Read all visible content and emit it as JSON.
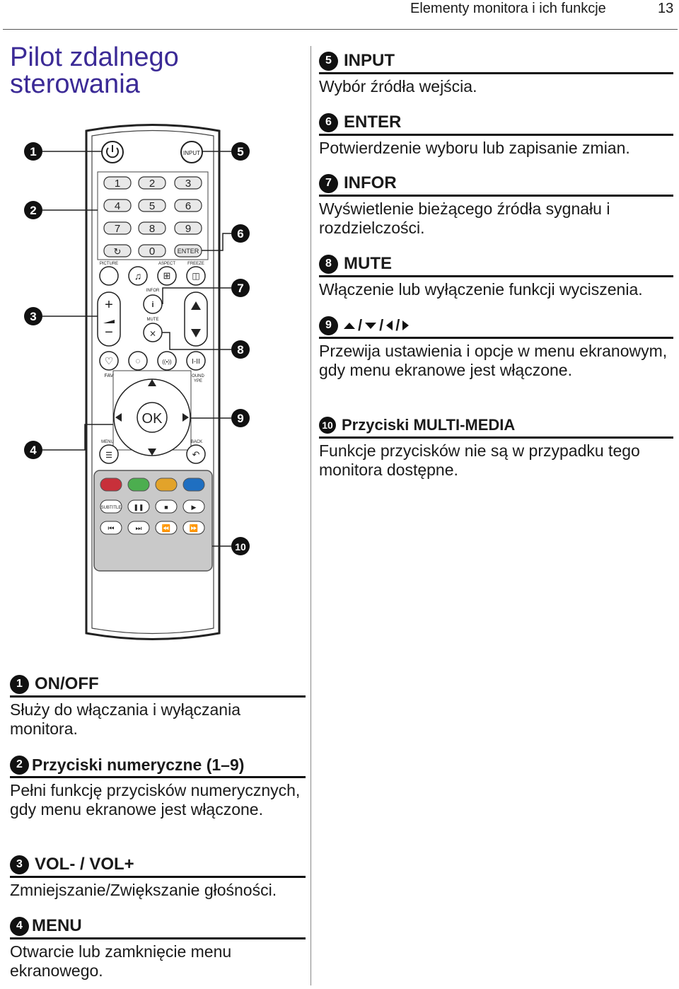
{
  "header": {
    "chapter": "Elementy monitora i ich funkcje",
    "page": "13"
  },
  "title": "Pilot zdalnego sterowania",
  "remote": {
    "buttons": {
      "power": "",
      "input": "INPUT",
      "num": [
        "1",
        "2",
        "3",
        "4",
        "5",
        "6",
        "7",
        "8",
        "9"
      ],
      "zero": "0",
      "enter": "ENTER",
      "picture": "PICTURE",
      "aspect": "ASPECT",
      "freeze": "FREEZE",
      "infor": "INFOR",
      "mute": "MUTE",
      "fav": "FAV",
      "sound_type_1": "OUND",
      "sound_type_2": "YPE",
      "lr": "I-II",
      "ok": "OK",
      "menu": "MENU",
      "back": "BACK",
      "subtitle": "SUBTITLE"
    },
    "colors": {
      "red": "#c8303a",
      "green": "#4cae4f",
      "yellow": "#e2a32a",
      "blue": "#1f6fc1",
      "panel": "#c9c9c9"
    },
    "callouts": [
      "1",
      "2",
      "3",
      "4",
      "5",
      "6",
      "7",
      "8",
      "9",
      "10"
    ]
  },
  "sections": {
    "s1": {
      "num": "1",
      "title": "ON/OFF",
      "body": "Służy do włączania i wyłączania monitora."
    },
    "s2": {
      "num": "2",
      "title": "Przyciski numeryczne (1–9)",
      "body": "Pełni funkcję przycisków numerycznych, gdy menu ekranowe jest włączone."
    },
    "s3": {
      "num": "3",
      "title": "VOL- / VOL+",
      "body": "Zmniejszanie/Zwiększanie głośności."
    },
    "s4": {
      "num": "4",
      "title": "MENU",
      "body": "Otwarcie lub zamknięcie menu ekranowego."
    },
    "s5": {
      "num": "5",
      "title": "INPUT",
      "body": "Wybór źródła wejścia."
    },
    "s6": {
      "num": "6",
      "title": "ENTER",
      "body": "Potwierdzenie wyboru lub zapisanie zmian."
    },
    "s7": {
      "num": "7",
      "title": "INFOR",
      "body": "Wyświetlenie bieżącego źródła sygnału i rozdzielczości."
    },
    "s8": {
      "num": "8",
      "title": "MUTE",
      "body": "Włączenie lub wyłączenie funkcji wyciszenia."
    },
    "s9": {
      "num": "9",
      "sep": "/",
      "body": "Przewija ustawienia i opcje w menu ekranowym, gdy menu ekranowe jest włączone."
    },
    "s10": {
      "num": "10",
      "title": "Przyciski MULTI-MEDIA",
      "body": "Funkcje przycisków nie są w przypadku tego monitora dostępne."
    }
  }
}
